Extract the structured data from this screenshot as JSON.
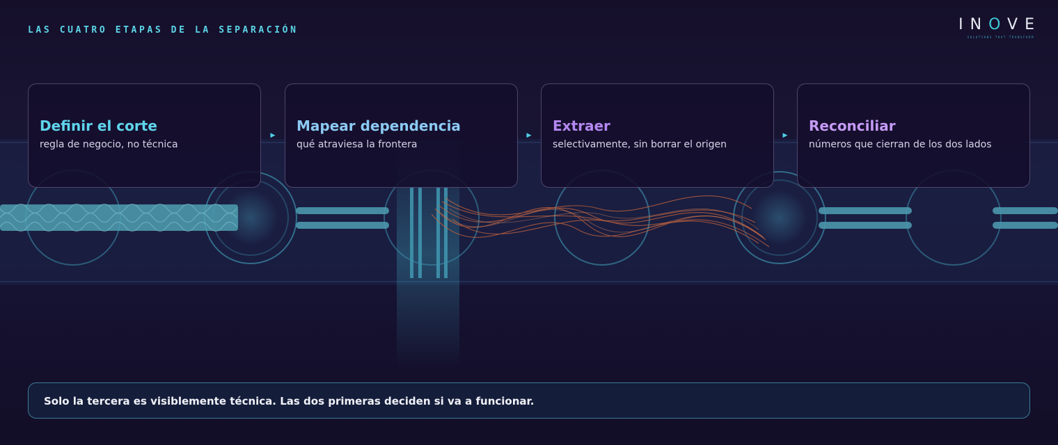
{
  "header": {
    "eyebrow": "LAS CUATRO ETAPAS DE LA SEPARACIÓN"
  },
  "brand": {
    "letters": [
      "I",
      "N",
      "O",
      "V",
      "E"
    ],
    "tagline": "SOLUTIONS THAT TRANSFORM"
  },
  "stages": [
    {
      "title": "Definir el corte",
      "subtitle": "regla de negocio, no técnica",
      "color": "#5fd5ec"
    },
    {
      "title": "Mapear dependencia",
      "subtitle": "qué atraviesa la frontera",
      "color": "#8ccaf3"
    },
    {
      "title": "Extraer",
      "subtitle": "selectivamente, sin borrar el origen",
      "color": "#b488f0"
    },
    {
      "title": "Reconciliar",
      "subtitle": "números que cierran de los dos lados",
      "color": "#c49af6"
    }
  ],
  "arrow_icon": "triangle-right-icon",
  "footer": {
    "note": "Solo la tercera es visiblemente técnica. Las dos primeras deciden si va a funcionar."
  },
  "colors": {
    "background": "#140f28",
    "accent_cyan": "#5cd6e8",
    "accent_violet": "#b488f0",
    "fiber_copper": "#c8643c"
  }
}
